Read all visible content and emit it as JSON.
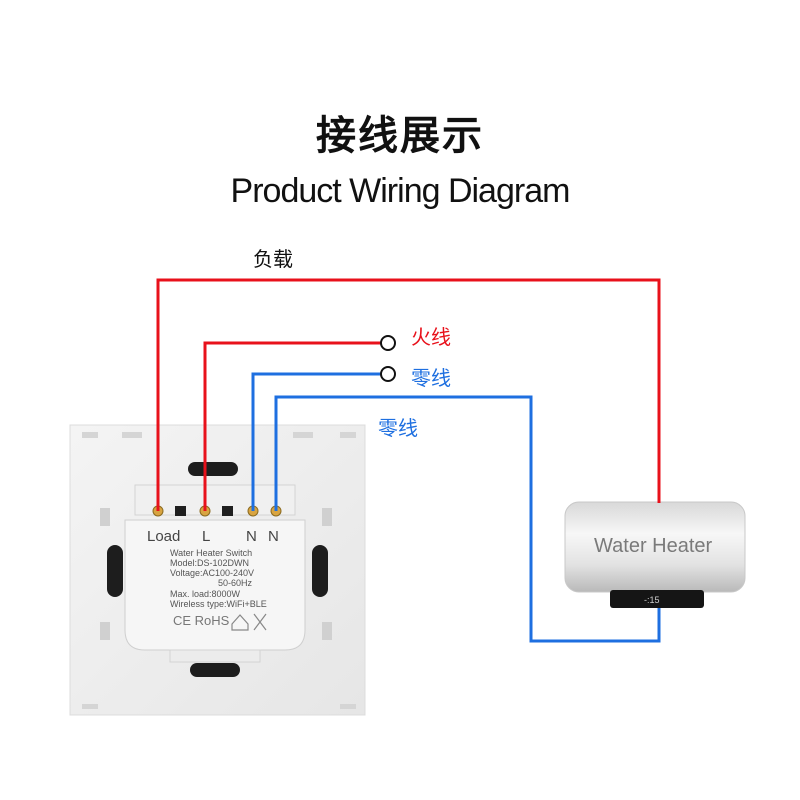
{
  "title_cn": "接线展示",
  "title_en": "Product Wiring Diagram",
  "labels": {
    "load": "负载",
    "live": "火线",
    "neutral_1": "零线",
    "neutral_2": "零线"
  },
  "switch": {
    "terminals": [
      "Load",
      "L",
      "N",
      "N"
    ],
    "spec_lines": [
      "Water Heater Switch",
      "Model:DS-102DWN",
      "Voltage:AC100-240V",
      "50-60Hz",
      "Max. load:8000W",
      "Wireless type:WiFi+BLE"
    ],
    "certifications": "CE RoHS"
  },
  "heater": {
    "label": "Water Heater",
    "display": "-:15"
  },
  "colors": {
    "live_wire": "#e8111b",
    "neutral_wire": "#1e6fe0",
    "live_text": "#e8111b",
    "neutral_text": "#1e6fe0"
  }
}
